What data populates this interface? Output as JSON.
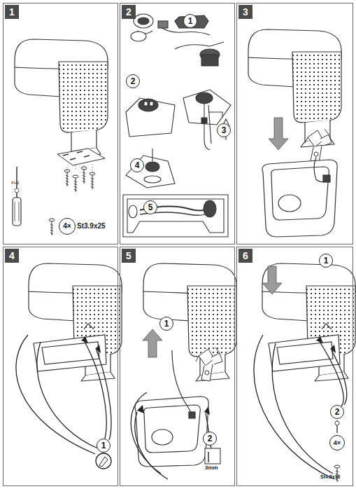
{
  "diagram": {
    "nodes": [
      {
        "text": [
          "1"
        ]
      },
      {
        "text": [
          "4×"
        ],
        "in": 0
      },
      {
        "text": [
          "2"
        ]
      },
      {
        "text": [
          "1"
        ],
        "in": 2
      },
      {
        "text": [
          "2"
        ],
        "in": 2
      },
      {
        "text": [
          "3"
        ],
        "in": 2
      },
      {
        "text": [
          "4"
        ],
        "in": 2
      },
      {
        "text": [
          "5"
        ],
        "in": 2
      },
      {
        "text": [
          "3"
        ]
      },
      {
        "text": [
          "4"
        ]
      },
      {
        "text": [
          "1"
        ],
        "in": 9
      },
      {
        "text": [
          "5"
        ]
      },
      {
        "text": [
          "1"
        ],
        "in": 11
      },
      {
        "text": [
          "2"
        ],
        "in": 11
      },
      {
        "text": [
          "6"
        ]
      },
      {
        "text": [
          "1"
        ],
        "in": 14
      },
      {
        "text": [
          "2"
        ],
        "in": 14
      },
      {
        "text": [
          "4×"
        ],
        "in": 14
      }
    ],
    "labels": [
      "PH2",
      "St3.9x25",
      "3mm",
      "St4.8x16"
    ]
  }
}
